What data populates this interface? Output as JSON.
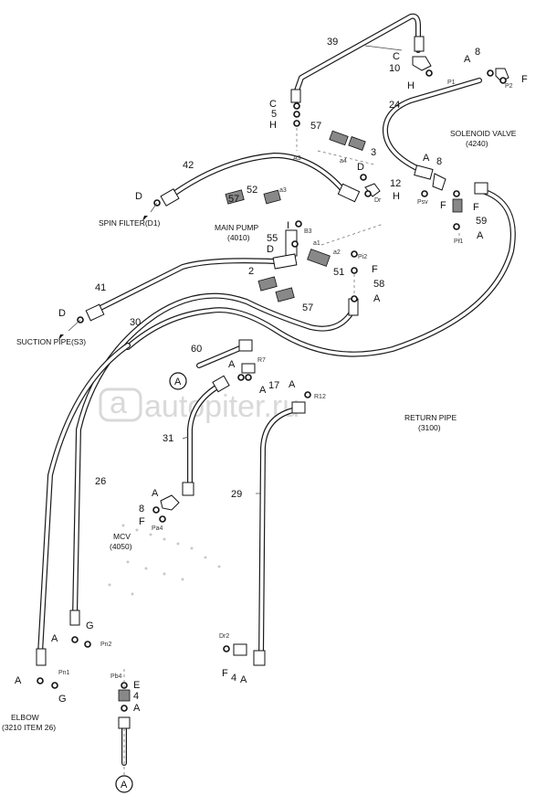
{
  "watermark": "autopiter.ru",
  "captions": {
    "solenoid_valve": "SOLENOID VALVE",
    "solenoid_valve_code": "(4240)",
    "spin_filter": "SPIN FILTER(D1)",
    "main_pump": "MAIN PUMP",
    "main_pump_code": "(4010)",
    "suction_pipe": "SUCTION PIPE(S3)",
    "return_pipe": "RETURN PIPE",
    "return_pipe_code": "(3100)",
    "mcv": "MCV",
    "mcv_code": "(4050)",
    "elbow": "ELBOW",
    "elbow_code": "(3210 ITEM 26)"
  },
  "part_numbers": {
    "p39": "39",
    "p10": "10",
    "p8a": "8",
    "p24": "24",
    "p5": "5",
    "p57a": "57",
    "p3": "3",
    "p8b": "8",
    "p12": "12",
    "p42": "42",
    "p52": "52",
    "p57b": "57",
    "p59": "59",
    "p55": "55",
    "p51": "51",
    "p2": "2",
    "p58": "58",
    "p41": "41",
    "p57c": "57",
    "p30": "30",
    "p60": "60",
    "p17": "17",
    "p31": "31",
    "p26": "26",
    "p8c": "8",
    "p29": "29",
    "p4a": "4",
    "p4b": "4"
  },
  "letters": {
    "c1": "C",
    "h1": "H",
    "a1": "A",
    "f1": "F",
    "c2": "C",
    "h2": "H",
    "d1": "D",
    "h3": "H",
    "a2": "A",
    "f2": "F",
    "a3": "A",
    "d2": "D",
    "i1": "I",
    "d3": "D",
    "f3": "F",
    "a4": "A",
    "d4": "D",
    "a5": "A",
    "a6": "A",
    "a7": "A",
    "f4": "F",
    "a8": "A",
    "g1": "G",
    "a9": "A",
    "g2": "G",
    "f5": "F",
    "a10": "A",
    "e1": "E",
    "a11": "A",
    "a12": "A",
    "a13": "A"
  },
  "port_labels": {
    "p1": "P1",
    "p2": "P2",
    "a3": "A3",
    "a4": "a4",
    "dr": "Dr",
    "psv": "Psv",
    "a3s": "a3",
    "b3": "B3",
    "pi2": "Pi2",
    "a1": "a1",
    "a2": "a2",
    "pi1": "Pi1",
    "r7": "R7",
    "r12": "R12",
    "pa4": "Pa4",
    "pn2": "Pn2",
    "pn1": "Pn1",
    "pb4": "Pb4",
    "dr2": "Dr2"
  }
}
